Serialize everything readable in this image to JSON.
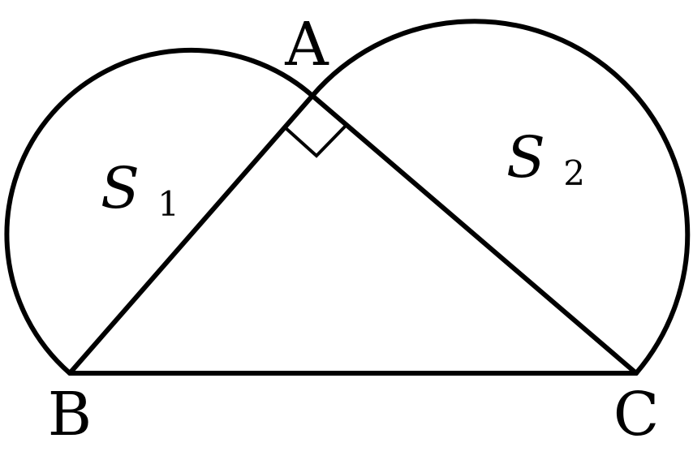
{
  "figure": {
    "vertices": {
      "a": "A",
      "b": "B",
      "c": "C"
    },
    "regions": {
      "s1": {
        "main": "S",
        "sub": "1"
      },
      "s2": {
        "main": "S",
        "sub": "2"
      }
    },
    "right_angle_at": "A",
    "colors": {
      "ink": "#000000",
      "background": "#ffffff"
    }
  }
}
